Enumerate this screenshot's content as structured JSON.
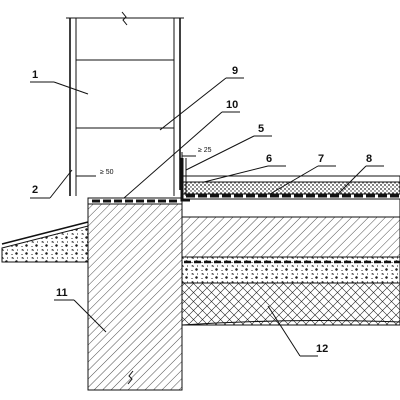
{
  "callouts": [
    {
      "id": "1",
      "text": "1"
    },
    {
      "id": "2",
      "text": "2"
    },
    {
      "id": "5",
      "text": "5"
    },
    {
      "id": "6",
      "text": "6"
    },
    {
      "id": "7",
      "text": "7"
    },
    {
      "id": "8",
      "text": "8"
    },
    {
      "id": "9",
      "text": "9"
    },
    {
      "id": "10",
      "text": "10"
    },
    {
      "id": "11",
      "text": "11"
    },
    {
      "id": "12",
      "text": "12"
    }
  ],
  "dimensions": {
    "overlap_wall": "≥ 50",
    "overlap_floor": "≥ 25"
  }
}
